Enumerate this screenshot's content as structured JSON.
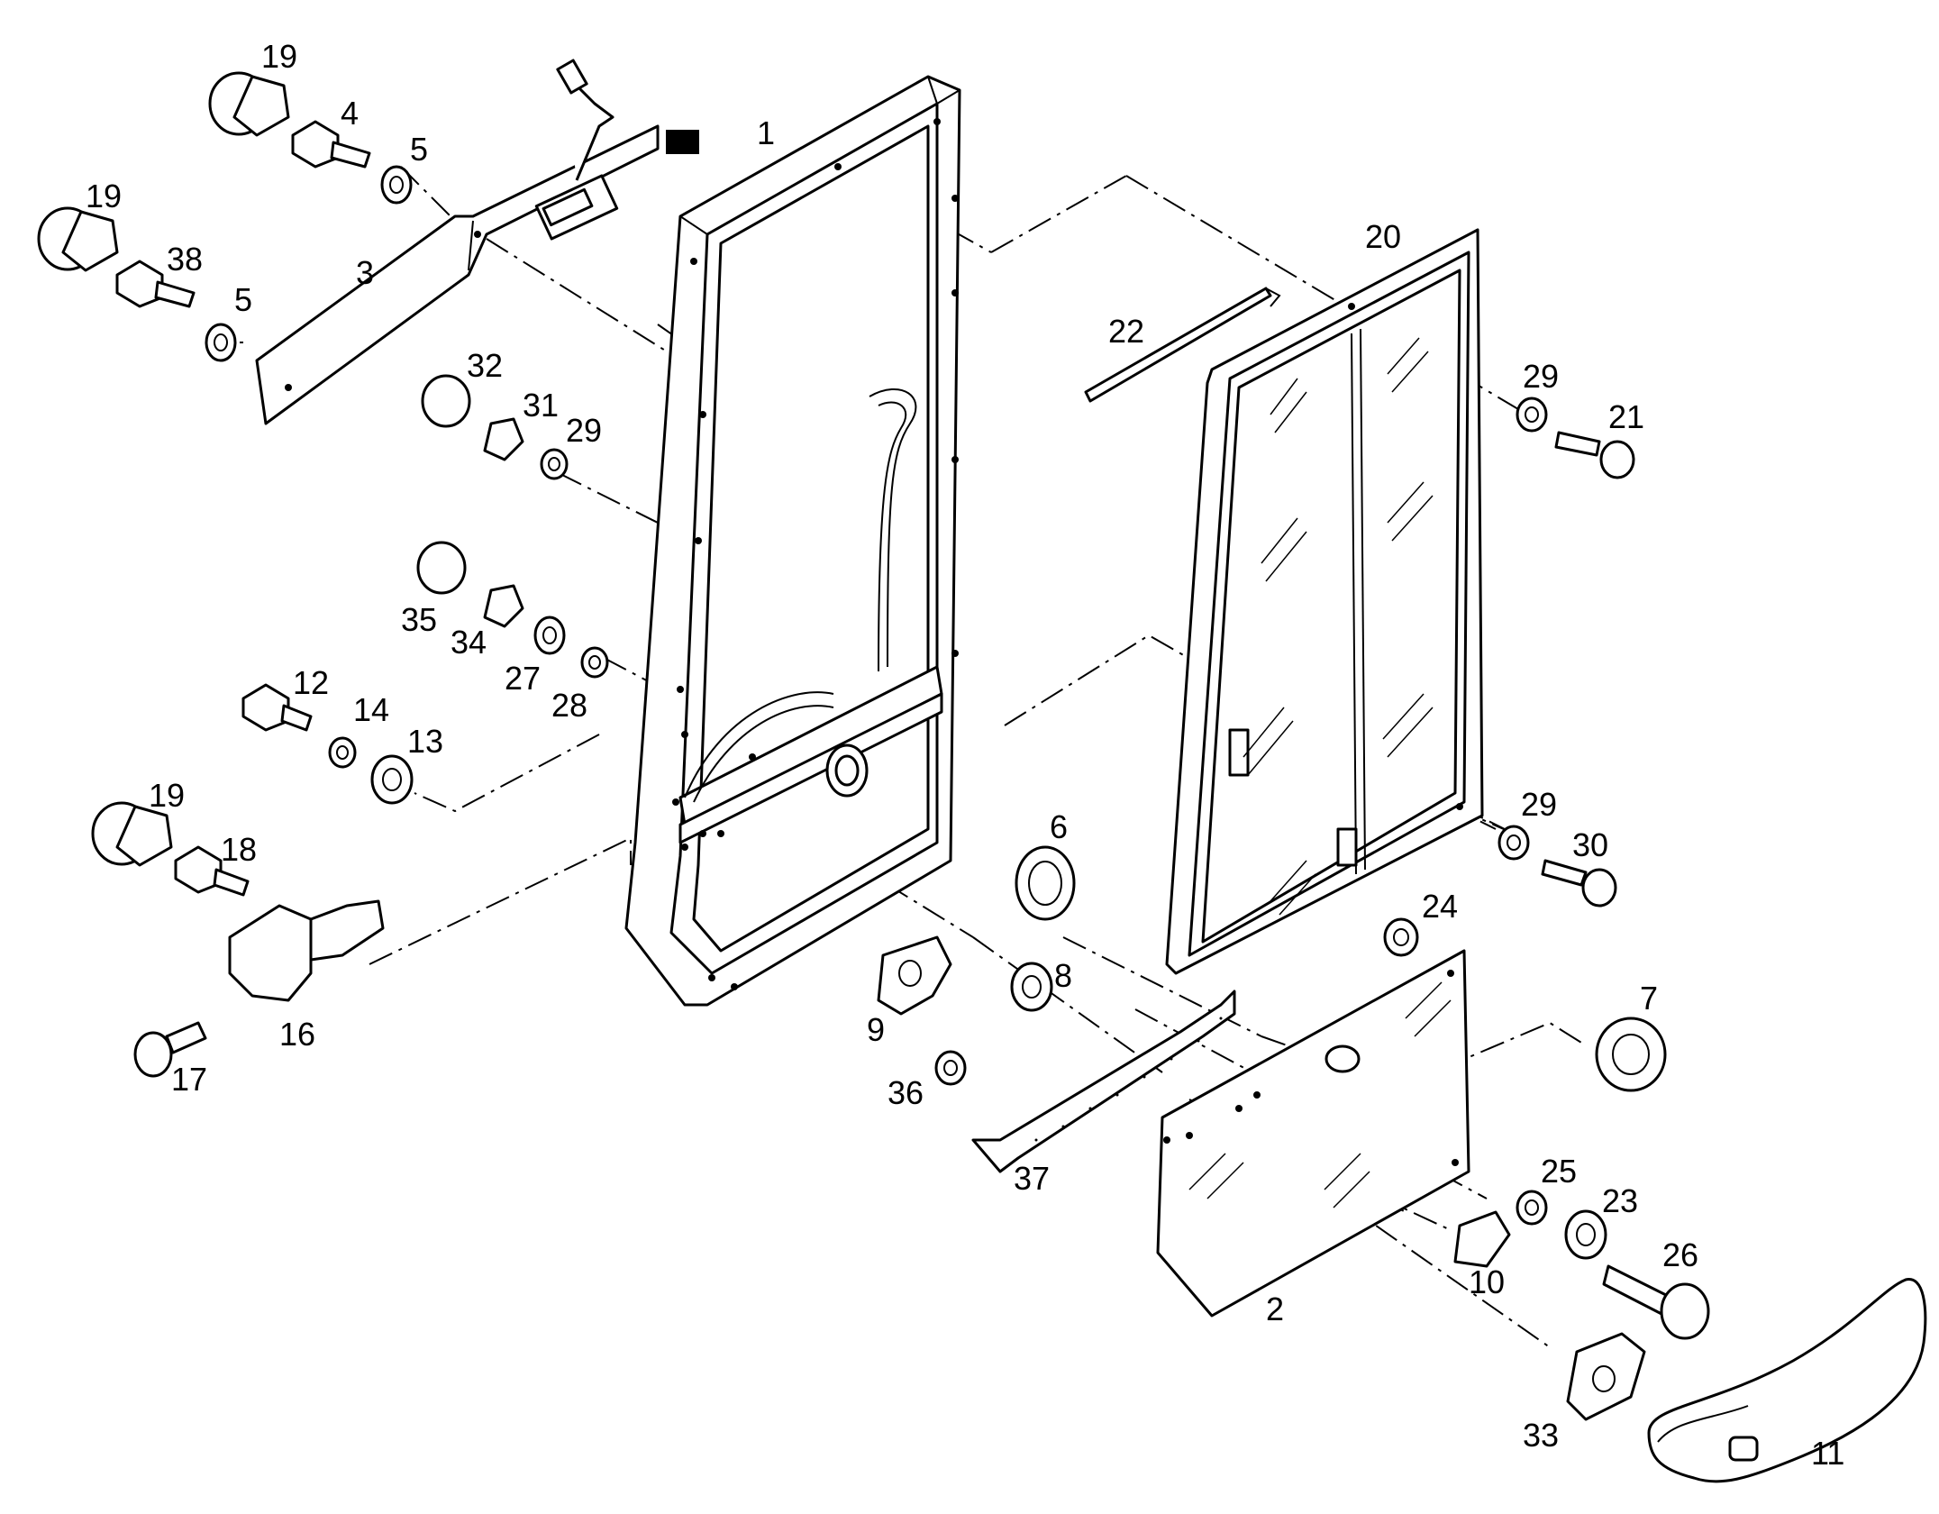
{
  "callouts": [
    {
      "id": "c1",
      "label": "1"
    },
    {
      "id": "c2",
      "label": "2"
    },
    {
      "id": "c3",
      "label": "3"
    },
    {
      "id": "c4",
      "label": "4"
    },
    {
      "id": "c5a",
      "label": "5"
    },
    {
      "id": "c5b",
      "label": "5"
    },
    {
      "id": "c6",
      "label": "6"
    },
    {
      "id": "c7",
      "label": "7"
    },
    {
      "id": "c8",
      "label": "8"
    },
    {
      "id": "c9",
      "label": "9"
    },
    {
      "id": "c10",
      "label": "10"
    },
    {
      "id": "c11",
      "label": "11"
    },
    {
      "id": "c12",
      "label": "12"
    },
    {
      "id": "c13",
      "label": "13"
    },
    {
      "id": "c14",
      "label": "14"
    },
    {
      "id": "c16",
      "label": "16"
    },
    {
      "id": "c17",
      "label": "17"
    },
    {
      "id": "c18",
      "label": "18"
    },
    {
      "id": "c19a",
      "label": "19"
    },
    {
      "id": "c19b",
      "label": "19"
    },
    {
      "id": "c19c",
      "label": "19"
    },
    {
      "id": "c20",
      "label": "20"
    },
    {
      "id": "c21",
      "label": "21"
    },
    {
      "id": "c22",
      "label": "22"
    },
    {
      "id": "c23",
      "label": "23"
    },
    {
      "id": "c24",
      "label": "24"
    },
    {
      "id": "c25",
      "label": "25"
    },
    {
      "id": "c26",
      "label": "26"
    },
    {
      "id": "c27",
      "label": "27"
    },
    {
      "id": "c28",
      "label": "28"
    },
    {
      "id": "c29a",
      "label": "29"
    },
    {
      "id": "c29b",
      "label": "29"
    },
    {
      "id": "c29c",
      "label": "29"
    },
    {
      "id": "c30",
      "label": "30"
    },
    {
      "id": "c31",
      "label": "31"
    },
    {
      "id": "c32",
      "label": "32"
    },
    {
      "id": "c33",
      "label": "33"
    },
    {
      "id": "c34",
      "label": "34"
    },
    {
      "id": "c35",
      "label": "35"
    },
    {
      "id": "c36",
      "label": "36"
    },
    {
      "id": "c37",
      "label": "37"
    },
    {
      "id": "c38",
      "label": "38"
    }
  ]
}
